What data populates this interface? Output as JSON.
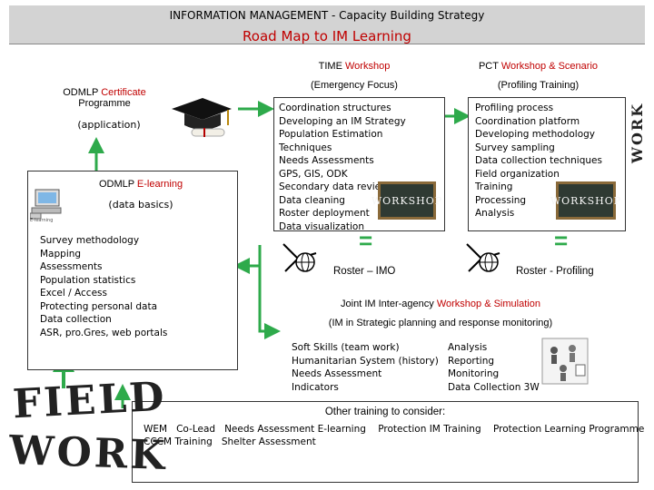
{
  "header": {
    "title": "INFORMATION MANAGEMENT - Capacity Building Strategy",
    "subtitle": "Road Map to IM Learning"
  },
  "left": {
    "certificate": {
      "prefix": "ODMLP ",
      "highlight": "Certificate",
      "line2": "Programme",
      "line3": "(application)"
    },
    "elearning": {
      "prefix": "ODMLP ",
      "highlight": "E-learning",
      "line2": "(data basics)",
      "icon_caption": "E-learning"
    },
    "topics": [
      "Survey methodology",
      "Mapping",
      "Assessments",
      "Population statistics",
      "Excel / Access",
      "Protecting personal data",
      "Data collection",
      "ASR, pro.Gres, web portals"
    ]
  },
  "time_workshop": {
    "title_prefix": "TIME ",
    "title_highlight": "Workshop",
    "subtitle": "(Emergency Focus)",
    "topics": [
      "Coordination structures",
      "Developing an IM Strategy",
      "Population Estimation",
      "Techniques",
      "Needs Assessments",
      "GPS, GIS, ODK",
      "Secondary data reviews",
      "Data cleaning",
      "Roster deployment",
      "Data visualization"
    ],
    "board": "WORKSHOP",
    "result_symbol": "=",
    "roster": "Roster – IMO"
  },
  "pct_workshop": {
    "title_prefix": "PCT ",
    "title_highlight": "Workshop & Scenario",
    "subtitle": "(Profiling Training)",
    "topics": [
      "Profiling process",
      "Coordination platform",
      "Developing methodology",
      "Survey sampling",
      "Data collection techniques",
      "Field organization",
      "Training",
      "Processing",
      "Analysis"
    ],
    "board": "WORKSHOP",
    "result_symbol": "=",
    "roster": "Roster - Profiling"
  },
  "joint": {
    "title_prefix": "Joint IM Inter-agency ",
    "title_highlight": "Workshop & Simulation",
    "subtitle": "(IM in Strategic planning and response monitoring)",
    "col1": [
      "Soft Skills (team work)",
      "Humanitarian System (history)",
      "Needs Assessment",
      "Indicators"
    ],
    "col2": [
      "Analysis",
      "Reporting",
      "Monitoring",
      "Data Collection 3W"
    ]
  },
  "other": {
    "title": "Other training to consider:",
    "line1": "WEM   Co-Lead   Needs Assessment E-learning    Protection IM Training    Protection Learning Programme",
    "line2": "CCCM Training   Shelter Assessment"
  },
  "fieldwork": {
    "line1": "FIELD",
    "line2": "WORK"
  },
  "work_side": "WORK",
  "colors": {
    "accent_red": "#c00000",
    "arrow_green": "#2eaa4b",
    "header_gray": "#d3d3d3"
  },
  "icons": [
    "graduation-cap-icon",
    "computer-icon",
    "globe-network-icon",
    "chalkboard-icon",
    "people-simulation-icon"
  ]
}
